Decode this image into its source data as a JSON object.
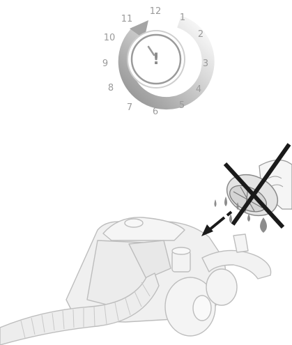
{
  "clock": {
    "hours": [
      "12",
      "1",
      "2",
      "3",
      "4",
      "5",
      "6",
      "7",
      "8",
      "9",
      "10",
      "11"
    ],
    "center_mark": "!",
    "number_color": "#9a9a9a",
    "ring_gradient": [
      "#ffffff",
      "#d6d6d6",
      "#8f8f8f"
    ]
  },
  "icons": {
    "clock": "clock-icon",
    "warning": "exclamation-icon",
    "prohibit": "cross-out-icon",
    "arrow": "direction-arrow-icon",
    "vacuum": "vacuum-cleaner-icon",
    "filter": "wet-filter-icon"
  },
  "colors": {
    "cross": "#1a1a1a",
    "line_art": "#bdbdbd",
    "fill": "#efefef",
    "arrow": "#1a1a1a",
    "drops": "#8c8c8c"
  }
}
